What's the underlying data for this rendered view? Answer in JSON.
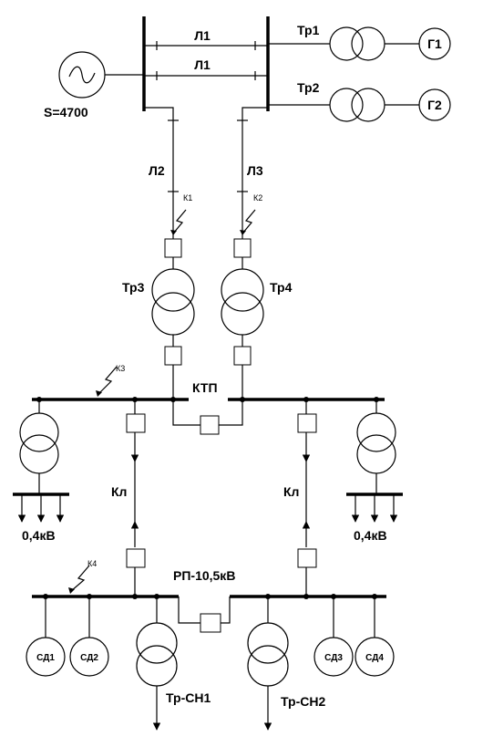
{
  "source": {
    "label": "S=4700"
  },
  "lines": {
    "l1_top": "Л1",
    "l1_bottom": "Л1",
    "l2": "Л2",
    "l3": "Л3"
  },
  "transformers": {
    "tr1": "Тр1",
    "tr2": "Тр2",
    "tr3": "Тр3",
    "tr4": "Тр4",
    "trsn1": "Тр-СН1",
    "trsn2": "Тр-СН2"
  },
  "generators": {
    "g1": "Г1",
    "g2": "Г2"
  },
  "faults": {
    "k1": "К1",
    "k2": "К2",
    "k3": "К3",
    "k4": "К4"
  },
  "buses": {
    "ktp": "КТП",
    "rp": "РП-10,5кВ"
  },
  "cables": {
    "left": "Кл",
    "right": "Кл"
  },
  "loads": {
    "left": "0,4кВ",
    "right": "0,4кВ"
  },
  "motors": {
    "sd1": "СД1",
    "sd2": "СД2",
    "sd3": "СД3",
    "sd4": "СД4"
  }
}
